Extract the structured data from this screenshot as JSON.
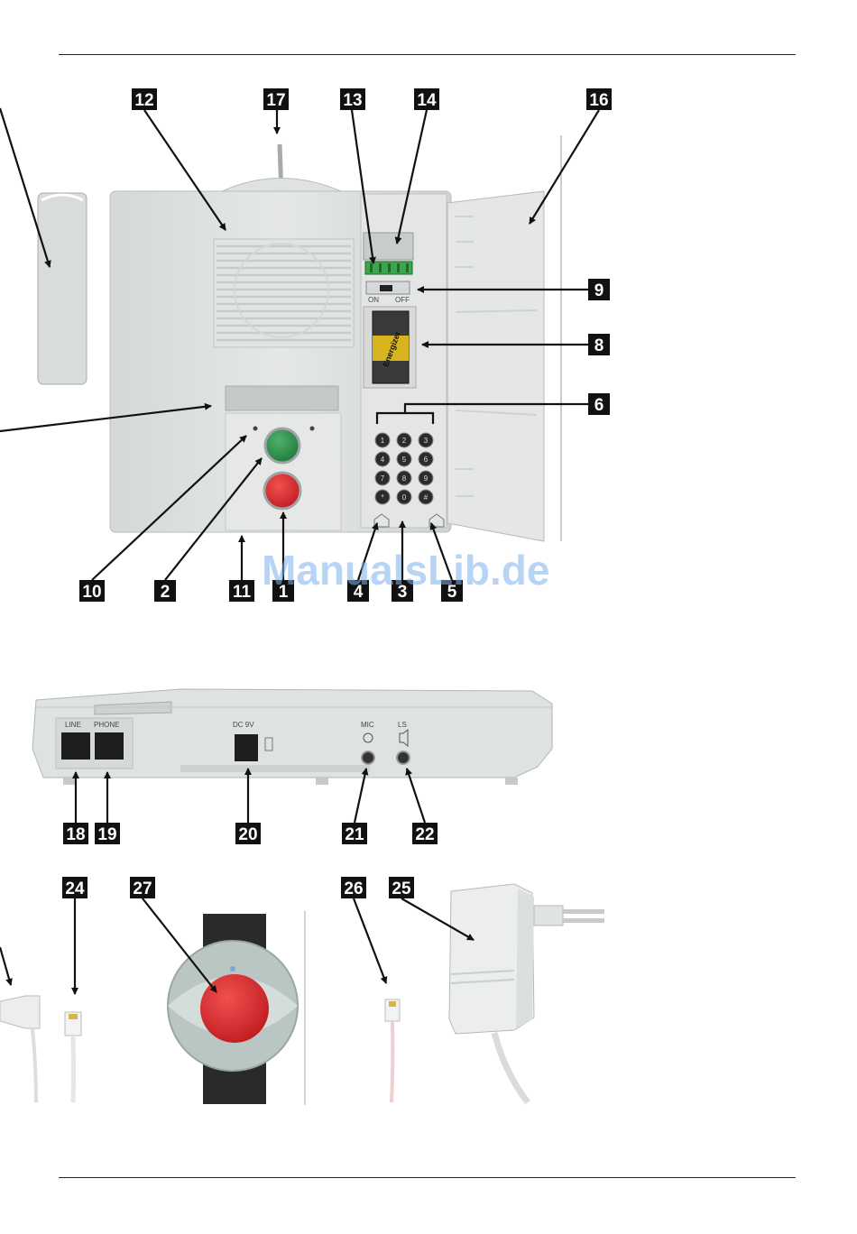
{
  "watermark": "ManualsLib.de",
  "port_labels": {
    "line": "LINE",
    "phone": "PHONE",
    "dc": "DC 9V",
    "mic": "MIC",
    "ls": "LS",
    "on": "ON",
    "off": "OFF"
  },
  "battery_brand": "Energizer",
  "keypad_keys": [
    "1",
    "2",
    "3",
    "4",
    "5",
    "6",
    "7",
    "8",
    "9",
    "*",
    "0",
    "#"
  ],
  "callouts": {
    "c1": "1",
    "c2": "2",
    "c3": "3",
    "c4": "4",
    "c5": "5",
    "c6": "6",
    "c8": "8",
    "c9": "9",
    "c10": "10",
    "c11": "11",
    "c12": "12",
    "c13": "13",
    "c14": "14",
    "c16": "16",
    "c17": "17",
    "c18": "18",
    "c19": "19",
    "c20": "20",
    "c21": "21",
    "c22": "22",
    "c24": "24",
    "c25": "25",
    "c26": "26",
    "c27": "27"
  },
  "colors": {
    "device_body": "#dde0e0",
    "green_button": "#2e8b4a",
    "red_button": "#d8262a",
    "terminal_green": "#3aa84a",
    "callout_bg": "#111111",
    "watermark": "#7fb2ee"
  }
}
